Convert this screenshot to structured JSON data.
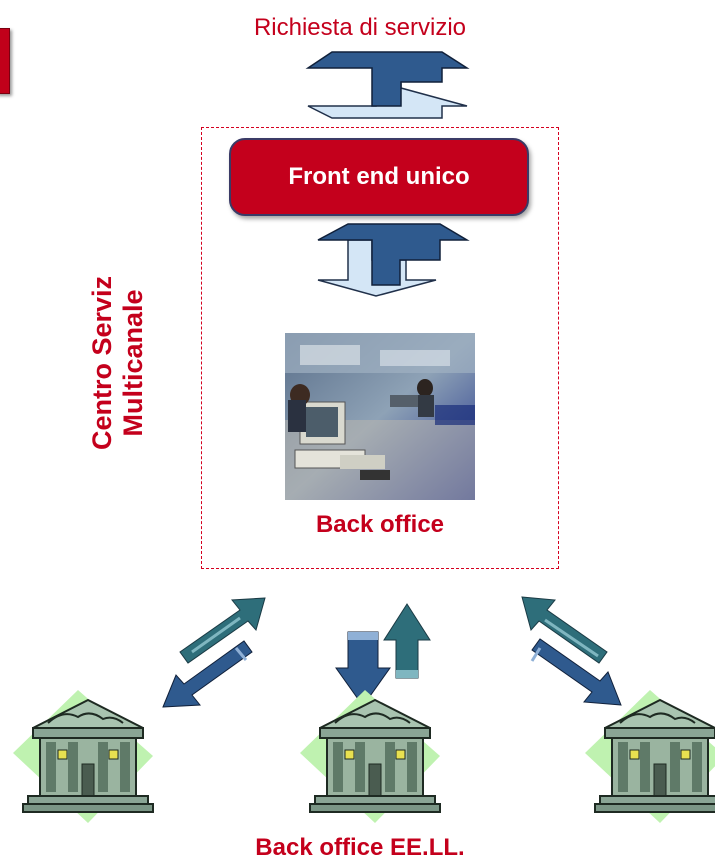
{
  "request": {
    "label": "Richiesta di servizio"
  },
  "front_end": {
    "label": "Front end unico"
  },
  "centro": {
    "line1": "Centro Serviz",
    "line2": "Multicanale"
  },
  "back_office": {
    "label": "Back office"
  },
  "ee_ll": {
    "label": "Back office EE.LL."
  },
  "colors": {
    "accent_red": "#c4001c",
    "arrow_dark": "#2f5a8e",
    "arrow_light": "#d4e6f6",
    "teal": "#3a7d8c",
    "building": "#9ab4a0",
    "diamond": "#bff2b0"
  },
  "icons": [
    "double-arrow-icon",
    "workplace-photo",
    "bank-building-icon"
  ]
}
